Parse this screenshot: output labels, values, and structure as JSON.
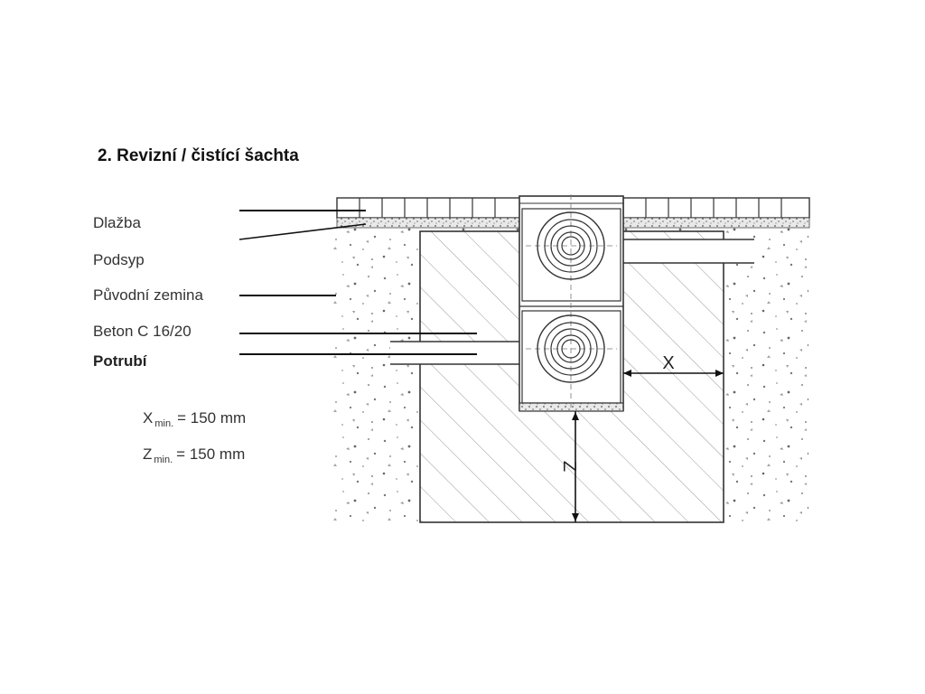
{
  "title": "2. Revizní / čistící šachta",
  "labels": {
    "dlazba": "Dlažba",
    "podsyp": "Podsyp",
    "puvodni_zemina": "Původní zemina",
    "beton": "Beton C 16/20",
    "potrubi": "Potrubí"
  },
  "dimensions": {
    "x_var": "X",
    "x_sub": "min.",
    "x_value": "= 150 mm",
    "z_var": "Z",
    "z_sub": "min.",
    "z_value": "= 150 mm"
  },
  "drawing_marks": {
    "x": "X",
    "z": "Z"
  }
}
